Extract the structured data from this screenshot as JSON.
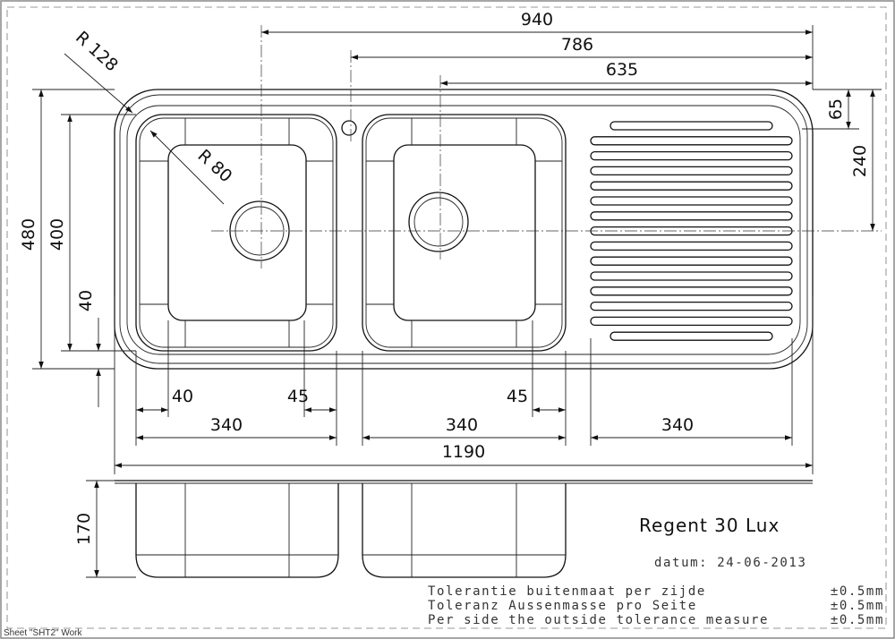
{
  "drawing": {
    "product_name": "Regent 30 Lux",
    "date_label": "datum: 24-06-2013",
    "tolerances": [
      {
        "text": "Tolerantie buitenmaat per zijde",
        "value": "±0.5mm"
      },
      {
        "text": "Toleranz Aussenmasse pro Seite",
        "value": "±0.5mm"
      },
      {
        "text": "Per side the outside tolerance measure",
        "value": "±0.5mm"
      }
    ],
    "sheet_label": "Sheet \"SHT2\" Work"
  },
  "dimensions": {
    "top_940": "940",
    "top_786": "786",
    "top_635": "635",
    "right_65": "65",
    "right_240": "240",
    "left_480": "480",
    "left_400": "400",
    "left_40": "40",
    "radius_outer": "R 128",
    "radius_inner": "R 80",
    "bottom_40": "40",
    "bottom_45_left": "45",
    "bottom_45_right": "45",
    "bowl1_340": "340",
    "bowl2_340": "340",
    "drainer_340": "340",
    "total_1190": "1190",
    "depth_170": "170"
  }
}
